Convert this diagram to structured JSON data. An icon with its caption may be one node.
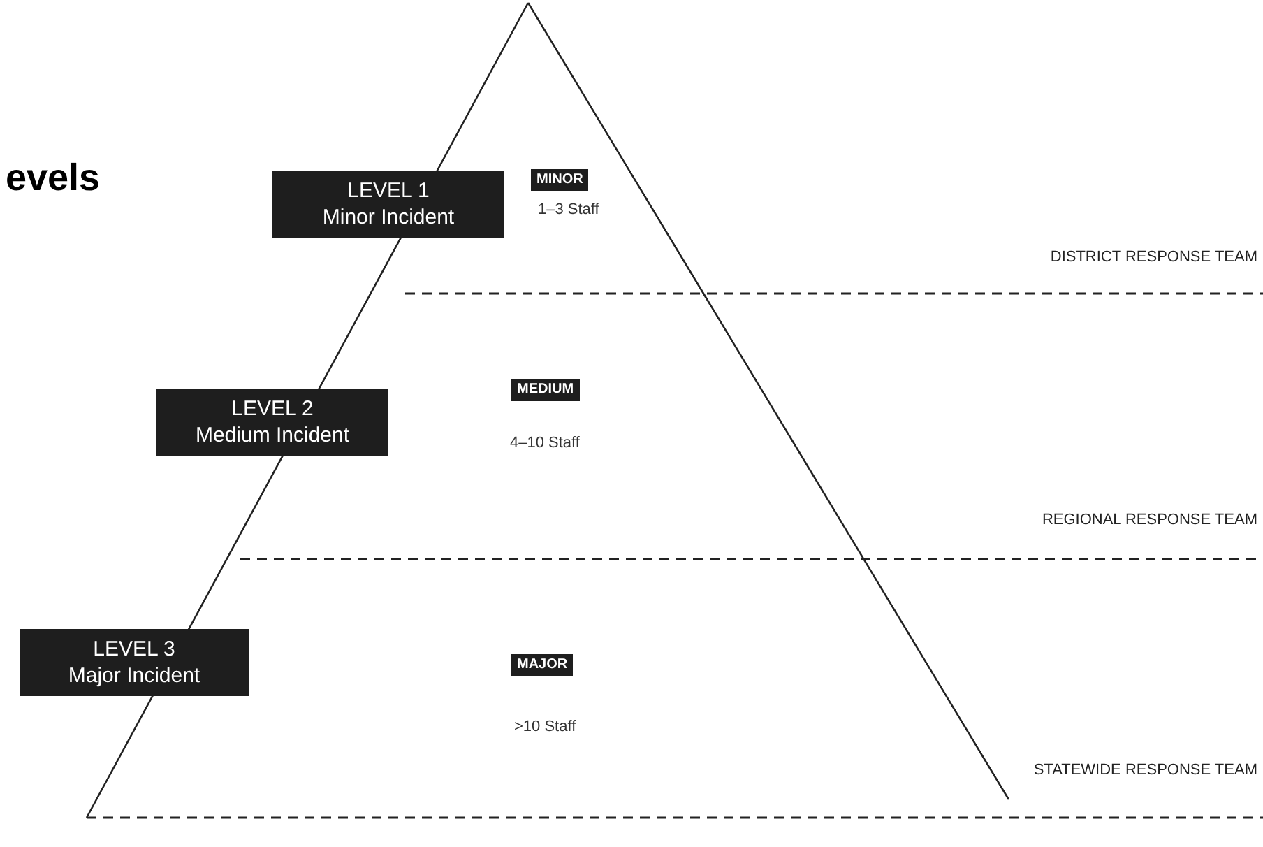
{
  "diagram": {
    "title": "evels",
    "nodes": [
      {
        "text": [
          "LEVEL 1",
          "Minor Incident"
        ]
      },
      {
        "text": [
          "MINOR"
        ]
      },
      {
        "text": [
          "LEVEL 2",
          "Medium Incident"
        ]
      },
      {
        "text": [
          "MEDIUM"
        ]
      },
      {
        "text": [
          "LEVEL 3",
          "Major Incident"
        ]
      },
      {
        "text": [
          "MAJOR"
        ]
      }
    ],
    "edges": [],
    "labels": [
      "1–3 Staff",
      "DISTRICT RESPONSE TEAM",
      "4–10 Staff",
      "REGIONAL RESPONSE TEAM",
      ">10 Staff",
      "STATEWIDE RESPONSE TEAM"
    ]
  }
}
